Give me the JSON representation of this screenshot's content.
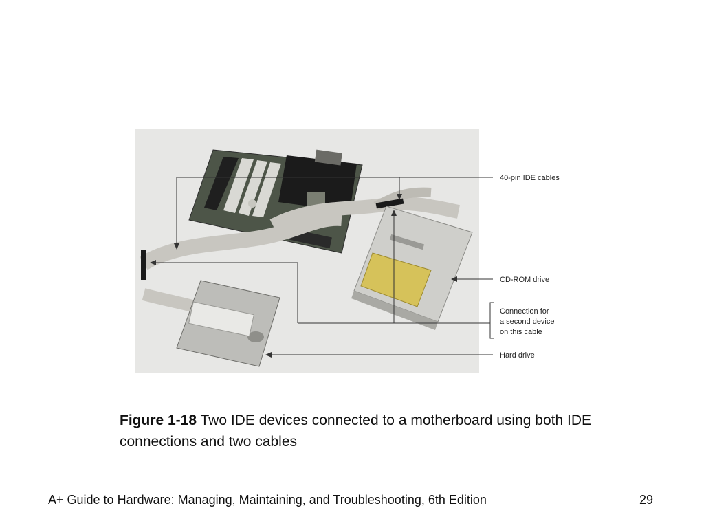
{
  "figure": {
    "callouts": {
      "ide_cables": "40-pin IDE cables",
      "cdrom": "CD-ROM drive",
      "connection_line1": "Connection for",
      "connection_line2": "a second device",
      "connection_line3": "on this cable",
      "hard_drive": "Hard drive"
    }
  },
  "caption": {
    "label": "Figure 1-18",
    "text": " Two IDE devices connected to a motherboard using both IDE connections and two cables"
  },
  "footer": {
    "title": "A+ Guide to Hardware: Managing, Maintaining, and Troubleshooting, 6th Edition",
    "page_number": "29"
  }
}
